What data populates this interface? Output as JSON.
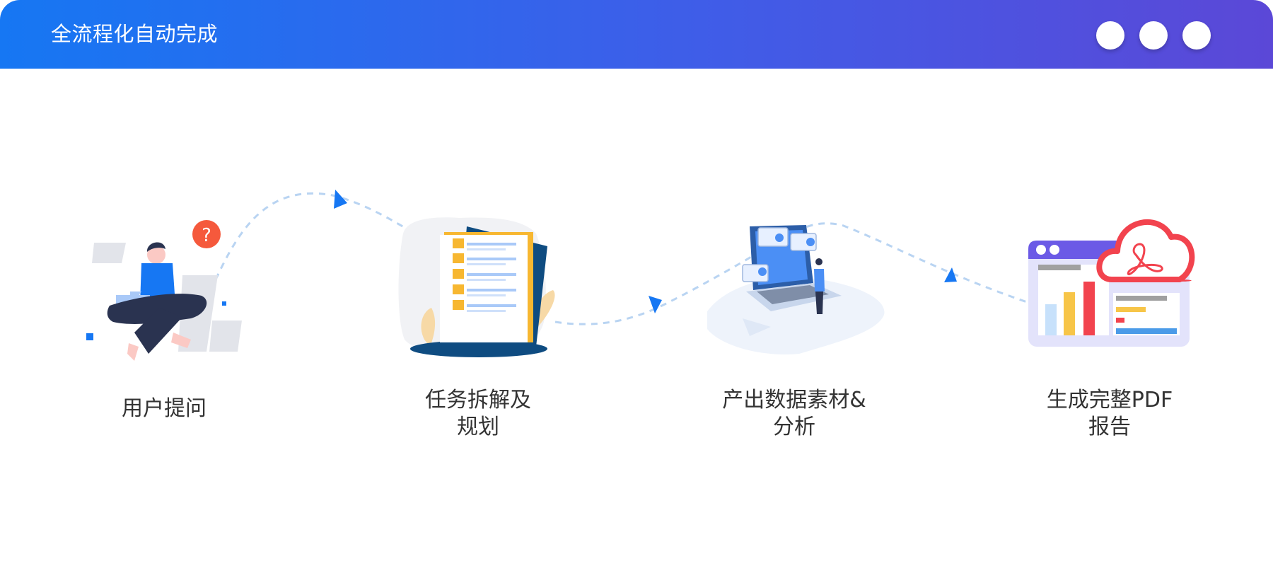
{
  "window": {
    "title": "全流程化自动完成",
    "controls": [
      "dot-1",
      "dot-2",
      "dot-3"
    ]
  },
  "colors": {
    "header_start": "#1677f3",
    "header_end": "#5b48d7",
    "accent_blue": "#1677f3",
    "dash_line": "#b9d4f2",
    "question_red": "#f5593c",
    "pdf_red": "#f2434e",
    "check_yellow": "#f7b731",
    "label_text": "#333333"
  },
  "steps": [
    {
      "label_lines": [
        "用户提问"
      ],
      "icon": "user-question-icon"
    },
    {
      "label_lines": [
        "任务拆解及",
        "规划"
      ],
      "icon": "checklist-icon"
    },
    {
      "label_lines": [
        "产出数据素材&",
        "分析"
      ],
      "icon": "laptop-analysis-icon"
    },
    {
      "label_lines": [
        "生成完整PDF",
        "报告"
      ],
      "icon": "pdf-report-icon"
    }
  ]
}
